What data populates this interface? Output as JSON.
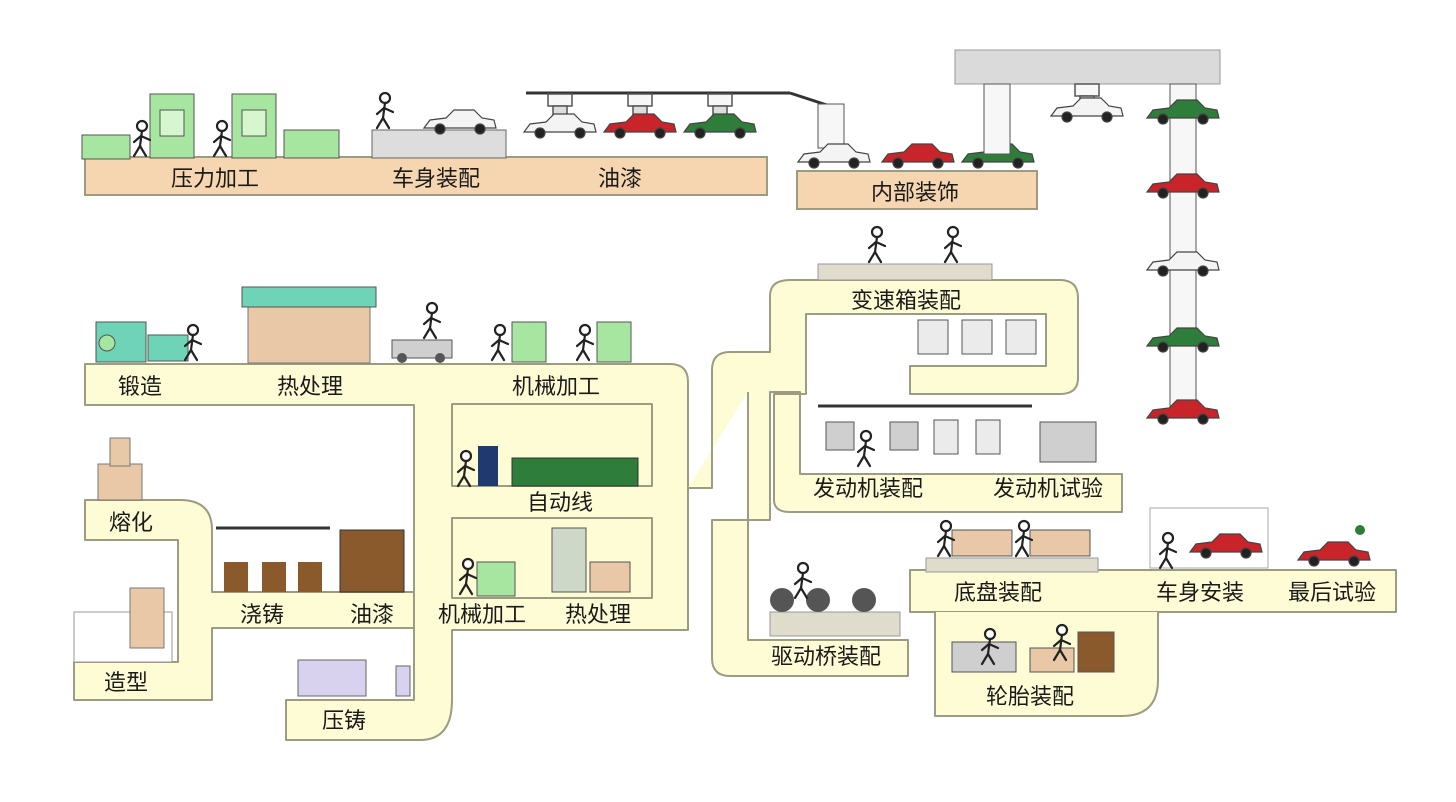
{
  "colors": {
    "belt_top": "#f6d6b0",
    "belt_bottom": "#fefcd4",
    "belt_stroke": "#9c9c82",
    "machine_green": "#a6e6a0",
    "machine_teal": "#6fd3b8",
    "car_red": "#c8242a",
    "car_green": "#2e7d3a",
    "car_white": "#f4f4f4",
    "beige_box": "#e8c8a6",
    "purple_box": "#d9d2ee"
  },
  "top_line": {
    "stations": [
      "压力加工",
      "车身装配",
      "油漆"
    ],
    "interior": "内部装饰"
  },
  "bottom_line": {
    "forging": "锻造",
    "heat_treatment": "热处理",
    "machining": "机械加工",
    "automatic_line": "自动线",
    "machining_2": "机械加工",
    "heat_treatment_2": "热处理",
    "melting": "熔化",
    "pouring": "浇铸",
    "painting": "油漆",
    "molding": "造型",
    "die_casting": "压铸"
  },
  "assembly": {
    "gearbox": "变速箱装配",
    "engine": "发动机装配",
    "engine_test": "发动机试验",
    "drive_axle": "驱动桥装配",
    "chassis": "底盘装配",
    "body_mount": "车身安装",
    "final_test": "最后试验",
    "tire": "轮胎装配"
  }
}
